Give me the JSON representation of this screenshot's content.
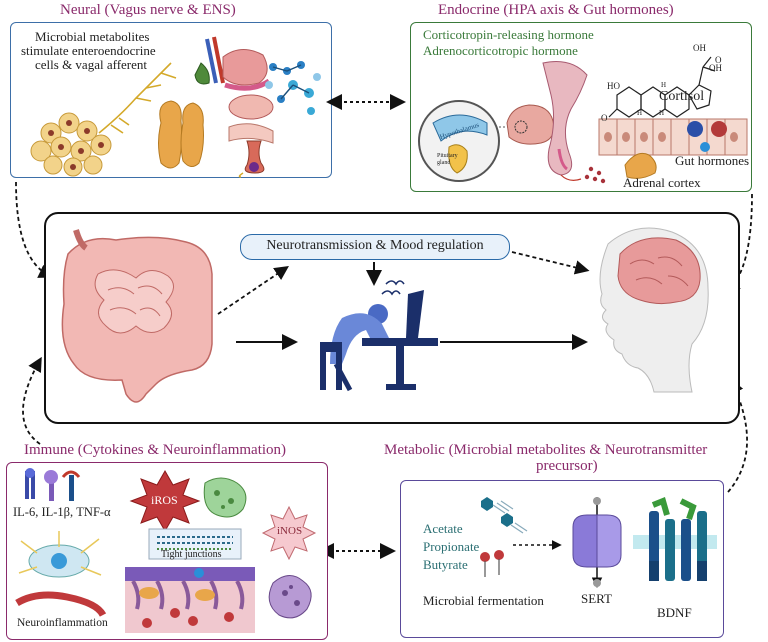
{
  "neural": {
    "title": "Neural (Vagus nerve & ENS)",
    "line1": "Microbial metabolites",
    "line2": "stimulate enteroendocrine",
    "line3": "cells & vagal afferent"
  },
  "endocrine": {
    "title": "Endocrine (HPA axis & Gut hormones)",
    "crh": "Corticotropin-releasing hormone",
    "acth": "Adrenocorticotropic hormone",
    "hypothalamus": "Hypothalamus",
    "pituitary": "Pituitary gland",
    "cortisol": "Cortisol",
    "gut_hormones": "Gut hormones",
    "adrenal": "Adrenal cortex",
    "oh1": "OH",
    "oh2": "OH",
    "oh3": "HO",
    "o1": "O",
    "o2": "O",
    "h1": "H",
    "h2": "H",
    "h3": "H"
  },
  "center": {
    "label": "Neurotransmission & Mood regulation"
  },
  "immune": {
    "title": "Immune (Cytokines & Neuroinflammation)",
    "cytokines": "IL-6, IL-1β, TNF-α",
    "iros": "iROS",
    "inos": "iNOS",
    "tight": "Tight junctions",
    "neuro": "Neuroinflammation"
  },
  "metabolic": {
    "title_line1": "Metabolic (Microbial metabolites & Neurotransmitter",
    "title_line2": "precursor)",
    "acetate": "Acetate",
    "propionate": "Propionate",
    "butyrate": "Butyrate",
    "fermentation": "Microbial fermentation",
    "sert": "SERT",
    "bdnf": "BDNF"
  },
  "colors": {
    "neural_border": "#3d6fa8",
    "endocrine_border": "#3a7a3a",
    "immune_border": "#8a2a6b",
    "metabolic_border": "#5a4a9a",
    "title_color": "#8a2a6b",
    "green_text": "#3a7a3a",
    "teal_text": "#2b6f73"
  }
}
